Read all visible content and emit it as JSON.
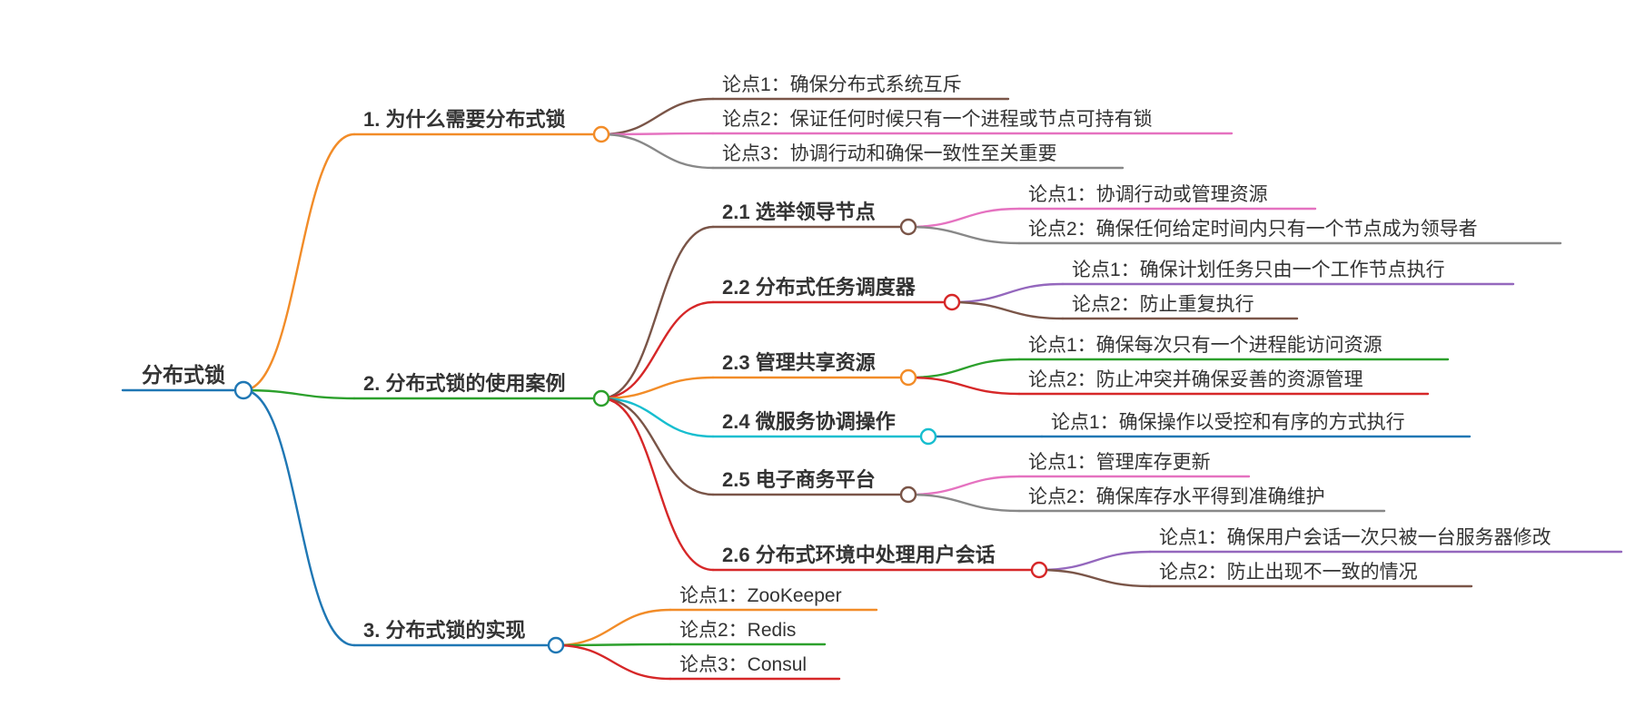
{
  "root": {
    "label": "分布式锁"
  },
  "branches": [
    {
      "label": "1. 为什么需要分布式锁",
      "color": "#F28C28",
      "children": [
        {
          "label": "论点1：确保分布式系统互斥",
          "color": "#7A5548"
        },
        {
          "label": "论点2：保证任何时候只有一个进程或节点可持有锁",
          "color": "#E572C0"
        },
        {
          "label": "论点3：协调行动和确保一致性至关重要",
          "color": "#888888"
        }
      ]
    },
    {
      "label": "2. 分布式锁的使用案例",
      "color": "#2CA02C",
      "children": [
        {
          "label": "2.1 选举领导节点",
          "color": "#7A5548",
          "children": [
            {
              "label": "论点1：协调行动或管理资源",
              "color": "#E572C0"
            },
            {
              "label": "论点2：确保任何给定时间内只有一个节点成为领导者",
              "color": "#888888"
            }
          ]
        },
        {
          "label": "2.2 分布式任务调度器",
          "color": "#D62728",
          "children": [
            {
              "label": "论点1：确保计划任务只由一个工作节点执行",
              "color": "#9467BD"
            },
            {
              "label": "论点2：防止重复执行",
              "color": "#7A5548"
            }
          ]
        },
        {
          "label": "2.3 管理共享资源",
          "color": "#F28C28",
          "children": [
            {
              "label": "论点1：确保每次只有一个进程能访问资源",
              "color": "#2CA02C"
            },
            {
              "label": "论点2：防止冲突并确保妥善的资源管理",
              "color": "#D62728"
            }
          ]
        },
        {
          "label": "2.4 微服务协调操作",
          "color": "#17BECF",
          "children": [
            {
              "label": "论点1：确保操作以受控和有序的方式执行",
              "color": "#1F77B4"
            }
          ]
        },
        {
          "label": "2.5 电子商务平台",
          "color": "#7A5548",
          "children": [
            {
              "label": "论点1：管理库存更新",
              "color": "#E572C0"
            },
            {
              "label": "论点2：确保库存水平得到准确维护",
              "color": "#888888"
            }
          ]
        },
        {
          "label": "2.6 分布式环境中处理用户会话",
          "color": "#D62728",
          "children": [
            {
              "label": "论点1：确保用户会话一次只被一台服务器修改",
              "color": "#9467BD"
            },
            {
              "label": "论点2：防止出现不一致的情况",
              "color": "#7A5548"
            }
          ]
        }
      ]
    },
    {
      "label": "3. 分布式锁的实现",
      "color": "#1F77B4",
      "children": [
        {
          "label": "论点1：ZooKeeper",
          "color": "#F28C28"
        },
        {
          "label": "论点2：Redis",
          "color": "#2CA02C"
        },
        {
          "label": "论点3：Consul",
          "color": "#D62728"
        }
      ]
    }
  ]
}
